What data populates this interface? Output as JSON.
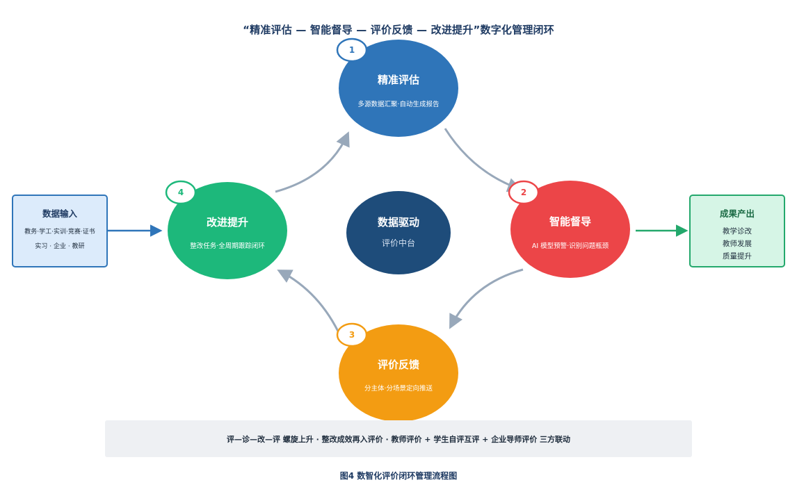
{
  "title": "“精准评估 — 智能督导 — 评价反馈 — 改进提升”数字化管理闭环",
  "colors": {
    "assess": "#2f75b9",
    "supervise": "#ec4548",
    "feedback": "#f39c12",
    "improve": "#1db87b",
    "center": "#1e4c7a",
    "arrow": "#98a8ba",
    "input_border": "#2f75b9",
    "input_fill": "#dcebfb",
    "output_border": "#23a86c",
    "output_fill": "#d6f5e6"
  },
  "nodes": {
    "assess": {
      "number": "1",
      "title": "精准评估",
      "subtitle": "多源数据汇聚·自动生成报告"
    },
    "supervise": {
      "number": "2",
      "title": "智能督导",
      "subtitle": "AI 模型预警·识别问题瓶颈"
    },
    "feedback": {
      "number": "3",
      "title": "评价反馈",
      "subtitle": "分主体·分场景定向推送"
    },
    "improve": {
      "number": "4",
      "title": "改进提升",
      "subtitle": "整改任务·全周期跟踪闭环"
    },
    "center": {
      "title": "数据驱动",
      "subtitle": "评价中台"
    }
  },
  "input_box": {
    "title": "数据输入",
    "line1": "教务·学工·实训·竞赛·证书",
    "line2": "实习 · 企业 · 教研"
  },
  "output_box": {
    "title": "成果产出",
    "items": [
      "教学诊改",
      "教师发展",
      "质量提升"
    ]
  },
  "footer": "评—诊—改—评 螺旋上升  ·  整改成效再入评价  ·  教师评价 + 学生自评互评 + 企业导师评价 三方联动",
  "caption": "图4  数智化评价闭环管理流程图"
}
